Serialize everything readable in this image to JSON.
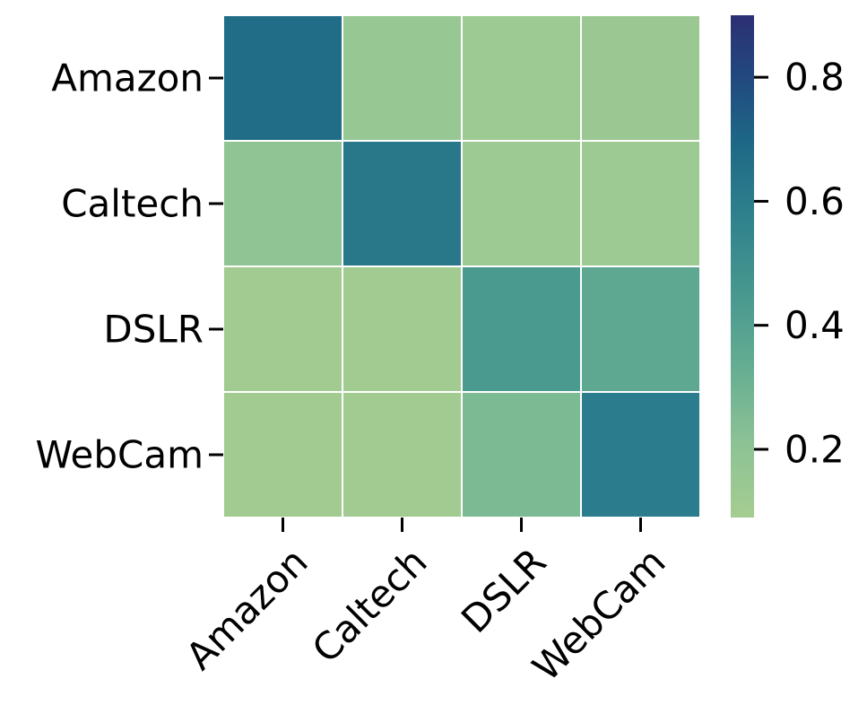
{
  "chart_data": {
    "type": "heatmap",
    "title": "",
    "xlabel": "",
    "ylabel": "",
    "rows": [
      "Amazon",
      "Caltech",
      "DSLR",
      "WebCam"
    ],
    "columns": [
      "Amazon",
      "Caltech",
      "DSLR",
      "WebCam"
    ],
    "values": [
      [
        0.67,
        0.16,
        0.13,
        0.14
      ],
      [
        0.19,
        0.62,
        0.13,
        0.13
      ],
      [
        0.11,
        0.11,
        0.44,
        0.36
      ],
      [
        0.11,
        0.11,
        0.26,
        0.6
      ]
    ],
    "colorbar": {
      "range": [
        0.09,
        0.9
      ],
      "ticks": [
        0.2,
        0.4,
        0.6,
        0.8
      ],
      "tick_labels": [
        "0.2",
        "0.4",
        "0.6",
        "0.8"
      ],
      "colormap": "crest",
      "color_stops": [
        {
          "v": 0.0,
          "color": "#a5cd90"
        },
        {
          "v": 0.15,
          "color": "#8cc295"
        },
        {
          "v": 0.3,
          "color": "#65ad92"
        },
        {
          "v": 0.45,
          "color": "#47978f"
        },
        {
          "v": 0.6,
          "color": "#2f818d"
        },
        {
          "v": 0.75,
          "color": "#1d6786"
        },
        {
          "v": 0.88,
          "color": "#22487f"
        },
        {
          "v": 1.0,
          "color": "#2c2f73"
        }
      ]
    },
    "cell_border_color": "#ffffff",
    "grid": false
  }
}
